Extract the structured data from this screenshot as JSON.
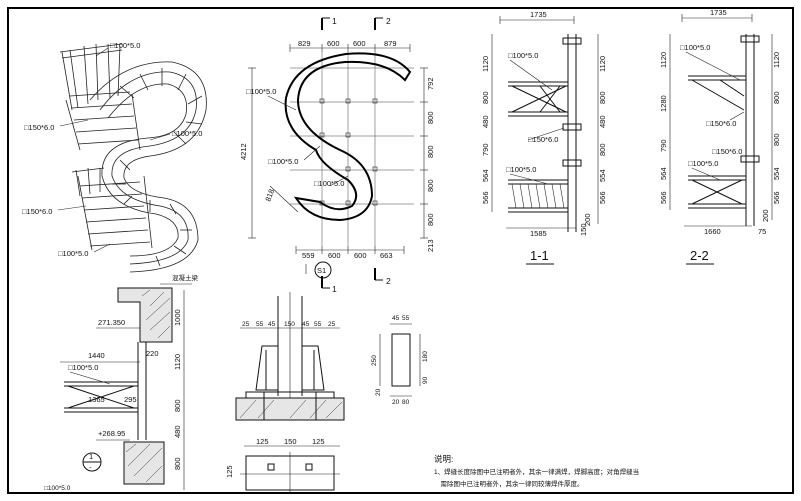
{
  "isometric": {
    "labels": [
      "□100*5.0",
      "□150*6.0",
      "□100*5.0",
      "□150*6.0",
      "□100*5.0"
    ]
  },
  "plan": {
    "section_mark_top_1": "1",
    "section_mark_top_2": "2",
    "section_mark_bot_1": "1",
    "section_mark_bot_2": "2",
    "dims_top": [
      "829",
      "600",
      "600",
      "879"
    ],
    "dims_bottom": [
      "559",
      "600",
      "600",
      "663"
    ],
    "dims_right": [
      "792",
      "800",
      "800",
      "800",
      "800"
    ],
    "dim_right_extra": "213",
    "dim_left_total": "4212",
    "dim_diag": "818",
    "labels": [
      "□100*5.0",
      "□100*5.0",
      "□100*5.0"
    ],
    "stair_tag": "S1"
  },
  "section11": {
    "title": "1-1",
    "dim_top": "1735",
    "dims_left": [
      "1120",
      "800",
      "480",
      "790",
      "564",
      "566"
    ],
    "dims_right": [
      "1120",
      "800",
      "480",
      "800",
      "554",
      "566",
      "200"
    ],
    "dim_bottom": "1585",
    "dim_bottom_side": "150",
    "labels": [
      "□100*5.0",
      "□150*6.0",
      "□100*5.0"
    ]
  },
  "section22": {
    "title": "2-2",
    "dim_top": "1735",
    "dims_left": [
      "1120",
      "1280",
      "790",
      "564",
      "566"
    ],
    "dims_right": [
      "1120",
      "800",
      "800",
      "554",
      "566",
      "200"
    ],
    "dim_bottom": "1660",
    "dim_bottom_side": "75",
    "labels": [
      "□100*5.0",
      "□150*6.0",
      "□100*5.0",
      "□150*6.0"
    ]
  },
  "elevation": {
    "beam_label": "混凝土梁",
    "level_top": "271.350",
    "level_mid": "+268.95",
    "dims": [
      "1000",
      "1120",
      "800",
      "480",
      "800"
    ],
    "dim_1440": "1440",
    "dim_220": "220",
    "dim_1365": "1365",
    "dim_295": "295",
    "label": "□100*5.0",
    "label_bottom": "□100*5.0",
    "section_circle_top": "1",
    "section_circle_bot": "-"
  },
  "detail": {
    "dims_top": [
      "25",
      "55",
      "45",
      "150",
      "45",
      "55",
      "25"
    ],
    "dims_bottom": [
      "125",
      "150",
      "125"
    ],
    "dim_125": "125"
  },
  "stiffener": {
    "dims": [
      "45",
      "55",
      "250",
      "180",
      "90",
      "20",
      "20",
      "80"
    ]
  },
  "notes": {
    "title": "说明:",
    "line1": "1、焊缝长度除图中已注明者外，其余一律满焊，焊脚高度；对角焊缝当",
    "line2": "　需除图中已注明者外，其余一律同较薄焊件厚度。"
  }
}
